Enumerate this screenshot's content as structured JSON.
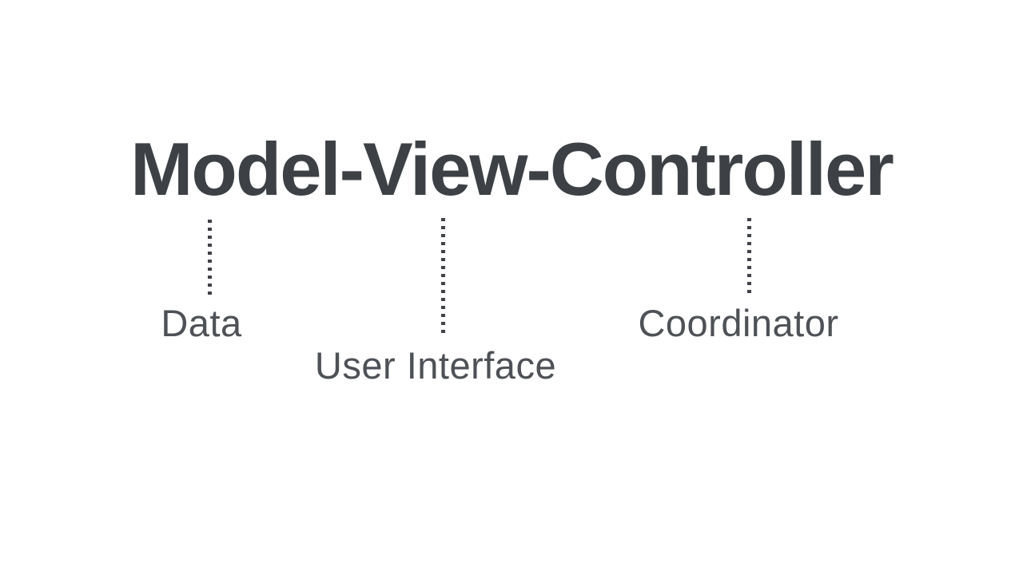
{
  "diagram": {
    "title": "Model-View-Controller",
    "labels": [
      {
        "id": "model",
        "text": "Data"
      },
      {
        "id": "view",
        "text": "User Interface"
      },
      {
        "id": "controller",
        "text": "Coordinator"
      }
    ]
  },
  "colors": {
    "background": "#ffffff",
    "title_text": "#3d4146",
    "label_text": "#4e5156",
    "connector_dots": "#3f4247"
  }
}
